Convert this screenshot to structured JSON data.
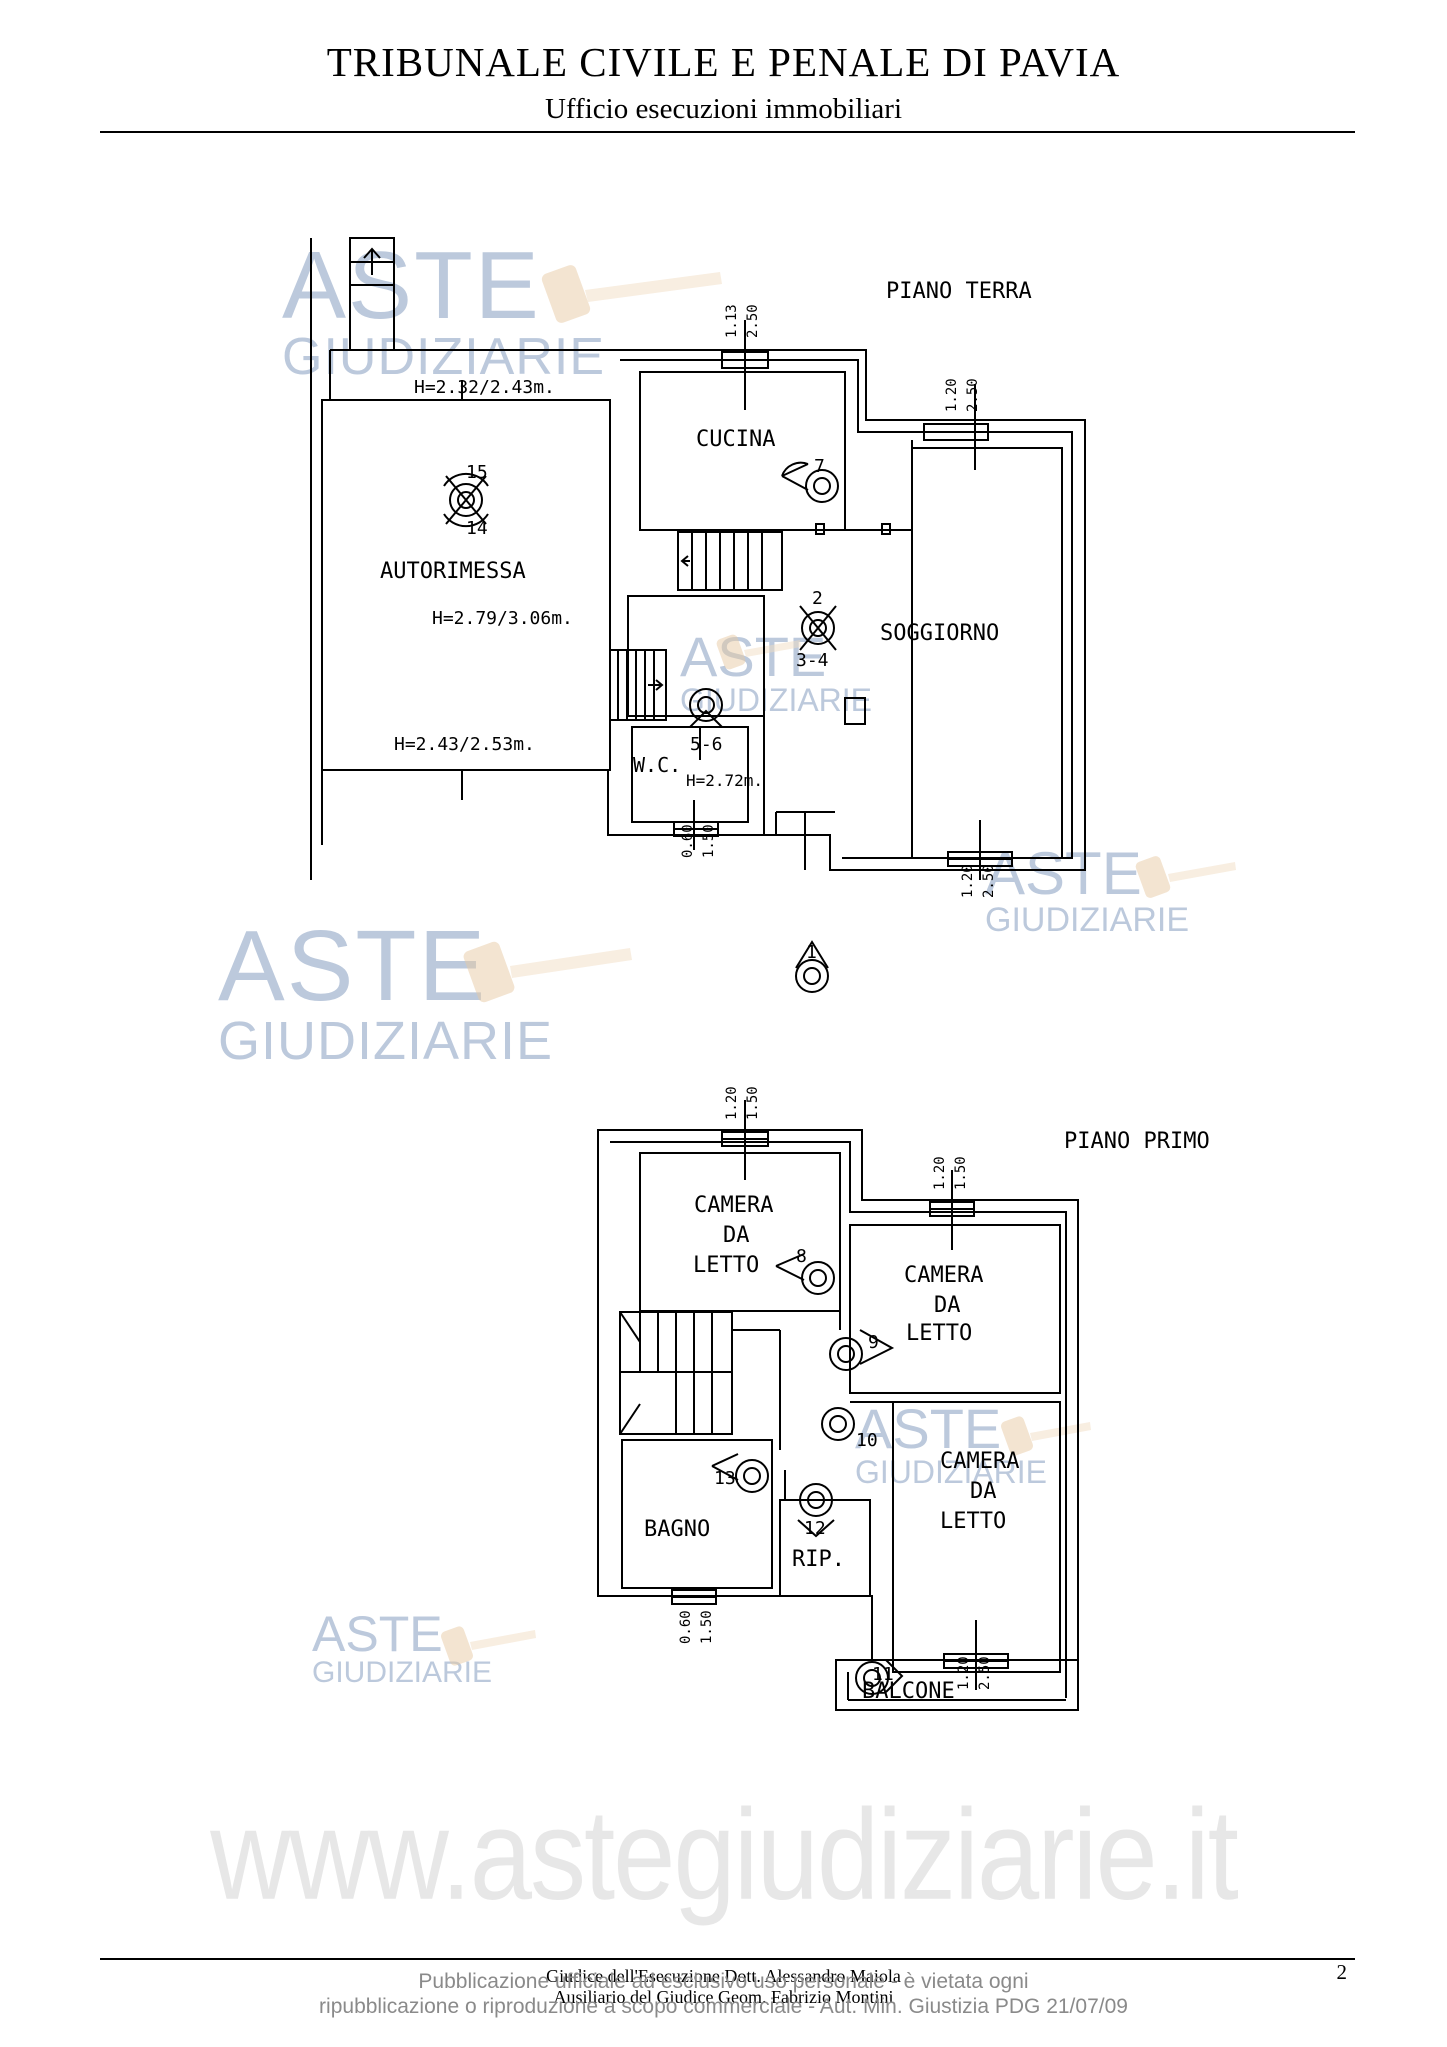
{
  "header": {
    "title": "TRIBUNALE CIVILE E PENALE DI PAVIA",
    "subtitle": "Ufficio esecuzioni immobiliari"
  },
  "ground_floor": {
    "label": "PIANO TERRA",
    "rooms": {
      "garage": "AUTORIMESSA",
      "kitchen": "CUCINA",
      "living": "SOGGIORNO",
      "wc": "W.C."
    },
    "heights": {
      "h1": "H=2.32/2.43m.",
      "h2": "H=2.79/3.06m.",
      "h3": "H=2.43/2.53m.",
      "h4": "H=2.72m."
    },
    "window_dims": {
      "w1a": "1.13",
      "w1b": "2.50",
      "w2a": "1.20",
      "w2b": "2.50",
      "w3a": "0.60",
      "w3b": "1.50",
      "w4a": "1.20",
      "w4b": "2.50"
    },
    "photo_points": [
      "15",
      "14",
      "7",
      "2",
      "3-4",
      "5-6",
      "1"
    ]
  },
  "first_floor": {
    "label": "PIANO PRIMO",
    "rooms": {
      "bed_line1": "CAMERA",
      "bed_line2": "DA",
      "bed_line3": "LETTO",
      "bath": "BAGNO",
      "storage": "RIP.",
      "balcony": "BALCONE"
    },
    "window_dims": {
      "w1a": "1.20",
      "w1b": "1.50",
      "w2a": "1.20",
      "w2b": "1.50",
      "w3a": "0.60",
      "w3b": "1.50",
      "w4a": "1.20",
      "w4b": "2.50"
    },
    "photo_points": [
      "8",
      "9",
      "10",
      "13",
      "12",
      "11"
    ]
  },
  "watermark": {
    "brand_line1": "ASTE",
    "brand_line2": "GIUDIZIARIE",
    "site": "www.astegiudiziarie.it"
  },
  "footer": {
    "judge": "Giudice dell'Esecuzione Dott. Alessandro Maiola",
    "auxiliary": "Ausiliario del Giudice Geom. Fabrizio Montini",
    "publication_line1": "Pubblicazione ufficiale ad esclusivo uso personale - è vietata ogni",
    "publication_line2": "ripubblicazione o riproduzione a scopo commerciale - Aut. Min. Giustizia PDG 21/07/09",
    "page_number": "2"
  }
}
